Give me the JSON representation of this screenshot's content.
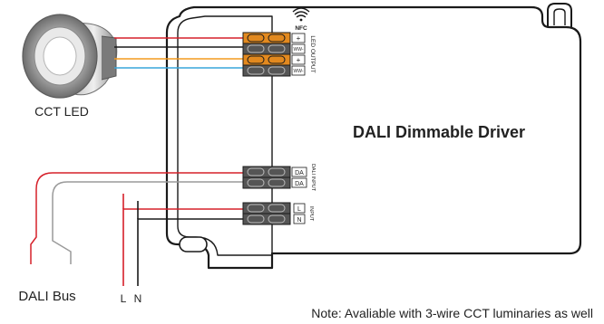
{
  "driver": {
    "title": "DALI Dimmable Driver",
    "nfc_label": "NFC"
  },
  "led": {
    "label": "CCT LED",
    "output_label": "LED OUTPUT",
    "terminals": [
      "+",
      "WW-",
      "+",
      "WW-"
    ]
  },
  "dali_input": {
    "label": "DALI INPUT",
    "terminals": [
      "DA",
      "DA"
    ]
  },
  "ac_input": {
    "label": "INPUT",
    "terminals": [
      "L",
      "N"
    ]
  },
  "dali_bus": {
    "label": "DALI Bus"
  },
  "mains": {
    "l_label": "L",
    "n_label": "N"
  },
  "note": "Note: Avaliable with 3-wire CCT luminaries as well",
  "colors": {
    "red": "#d6202a",
    "black": "#1a1a1a",
    "orange": "#f39a1e",
    "blue": "#39a6dc",
    "gray": "#9a9a9a",
    "connector_orange": "#e2891f",
    "connector_gray": "#555555"
  }
}
